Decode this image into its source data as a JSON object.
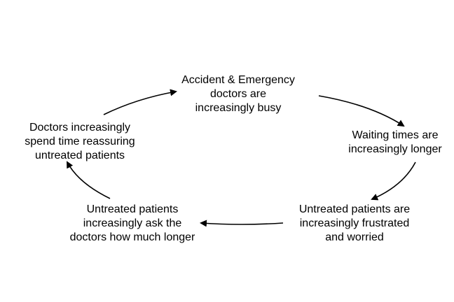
{
  "diagram": {
    "nodes": [
      {
        "id": "a-e-doctors-busy",
        "lines": [
          "Accident & Emergency",
          "doctors are",
          "increasingly busy"
        ]
      },
      {
        "id": "waiting-times-longer",
        "lines": [
          "Waiting times are",
          "increasingly longer"
        ]
      },
      {
        "id": "patients-frustrated",
        "lines": [
          "Untreated patients are",
          "increasingly frustrated",
          "and worried"
        ]
      },
      {
        "id": "patients-ask",
        "lines": [
          "Untreated patients",
          "increasingly ask the",
          "doctors how much longer"
        ]
      },
      {
        "id": "doctors-reassuring",
        "lines": [
          "Doctors increasingly",
          "spend time reassuring",
          "untreated patients"
        ]
      }
    ],
    "edges": [
      {
        "from": "a-e-doctors-busy",
        "to": "waiting-times-longer"
      },
      {
        "from": "waiting-times-longer",
        "to": "patients-frustrated"
      },
      {
        "from": "patients-frustrated",
        "to": "patients-ask"
      },
      {
        "from": "patients-ask",
        "to": "doctors-reassuring"
      },
      {
        "from": "doctors-reassuring",
        "to": "a-e-doctors-busy"
      }
    ],
    "stroke_color": "#000000",
    "text_color": "#000000",
    "background_color": "#ffffff"
  }
}
